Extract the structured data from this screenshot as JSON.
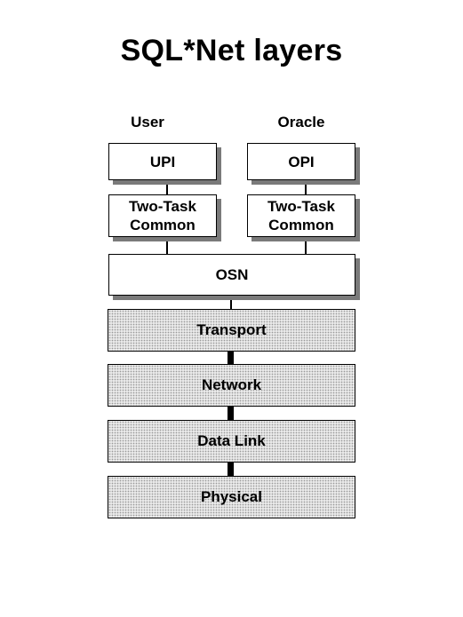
{
  "title": "SQL*Net layers",
  "columns": {
    "left_label": "User",
    "right_label": "Oracle"
  },
  "boxes": {
    "upi": "UPI",
    "opi": "OPI",
    "two_task_left": [
      "Two-Task",
      "Common"
    ],
    "two_task_right": [
      "Two-Task",
      "Common"
    ],
    "osn": "OSN"
  },
  "layers": [
    "Transport",
    "Network",
    "Data Link",
    "Physical"
  ],
  "colors": {
    "shadow": "#7a7a7a",
    "layer_fill": "#e9e9e9",
    "stroke": "#000000"
  }
}
